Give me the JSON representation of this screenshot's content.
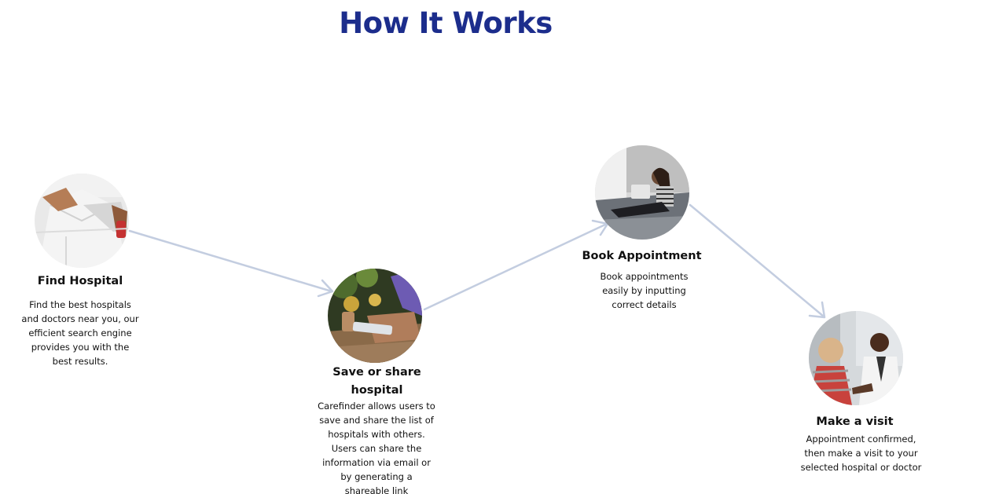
{
  "heading": "How It Works",
  "steps": [
    {
      "title": "Find Hospital",
      "description": "Find the best hospitals and doctors near you, our efficient search engine provides you with the best results.",
      "image": "doctor-arms-crossed-photo"
    },
    {
      "title": "Save or share hospital",
      "description": "Carefinder allows users to save and share the list of hospitals with others. Users can share the information via email or by generating a shareable link",
      "image": "phone-in-hand-photo"
    },
    {
      "title": "Book Appointment",
      "description": "Book appointments easily by inputting correct details",
      "image": "woman-with-laptop-photo"
    },
    {
      "title": "Make a visit",
      "description": "Appointment confirmed, then make a visit to your selected hospital or doctor",
      "image": "doctor-visit-photo"
    }
  ],
  "colors": {
    "heading": "#1c2d8c",
    "connector": "#c3cde0",
    "text": "#111111"
  }
}
